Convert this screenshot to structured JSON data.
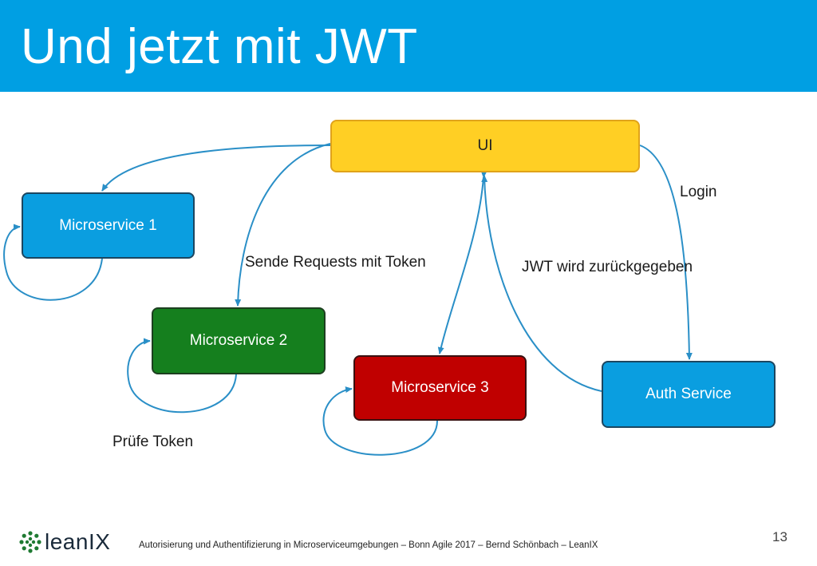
{
  "slide": {
    "title": "Und jetzt mit JWT",
    "page_number": "13"
  },
  "nodes": {
    "ui": "UI",
    "ms1": "Microservice 1",
    "ms2": "Microservice 2",
    "ms3": "Microservice 3",
    "auth": "Auth Service"
  },
  "labels": {
    "login": "Login",
    "send_requests": "Sende Requests mit Token",
    "jwt_returned": "JWT wird zurückgegeben",
    "check_token": "Prüfe Token"
  },
  "footer": {
    "logo_text": "leanIX",
    "caption": "Autorisierung und Authentifizierung in Microserviceumgebungen – Bonn Agile 2017 – Bernd Schönbach – LeanIX"
  },
  "colors": {
    "header": "#009fe3",
    "ui_box": "#ffcf24",
    "microservice_blue": "#0a9ee0",
    "microservice_green": "#157f1e",
    "microservice_red": "#c00000",
    "arrow": "#2a8fc7"
  }
}
